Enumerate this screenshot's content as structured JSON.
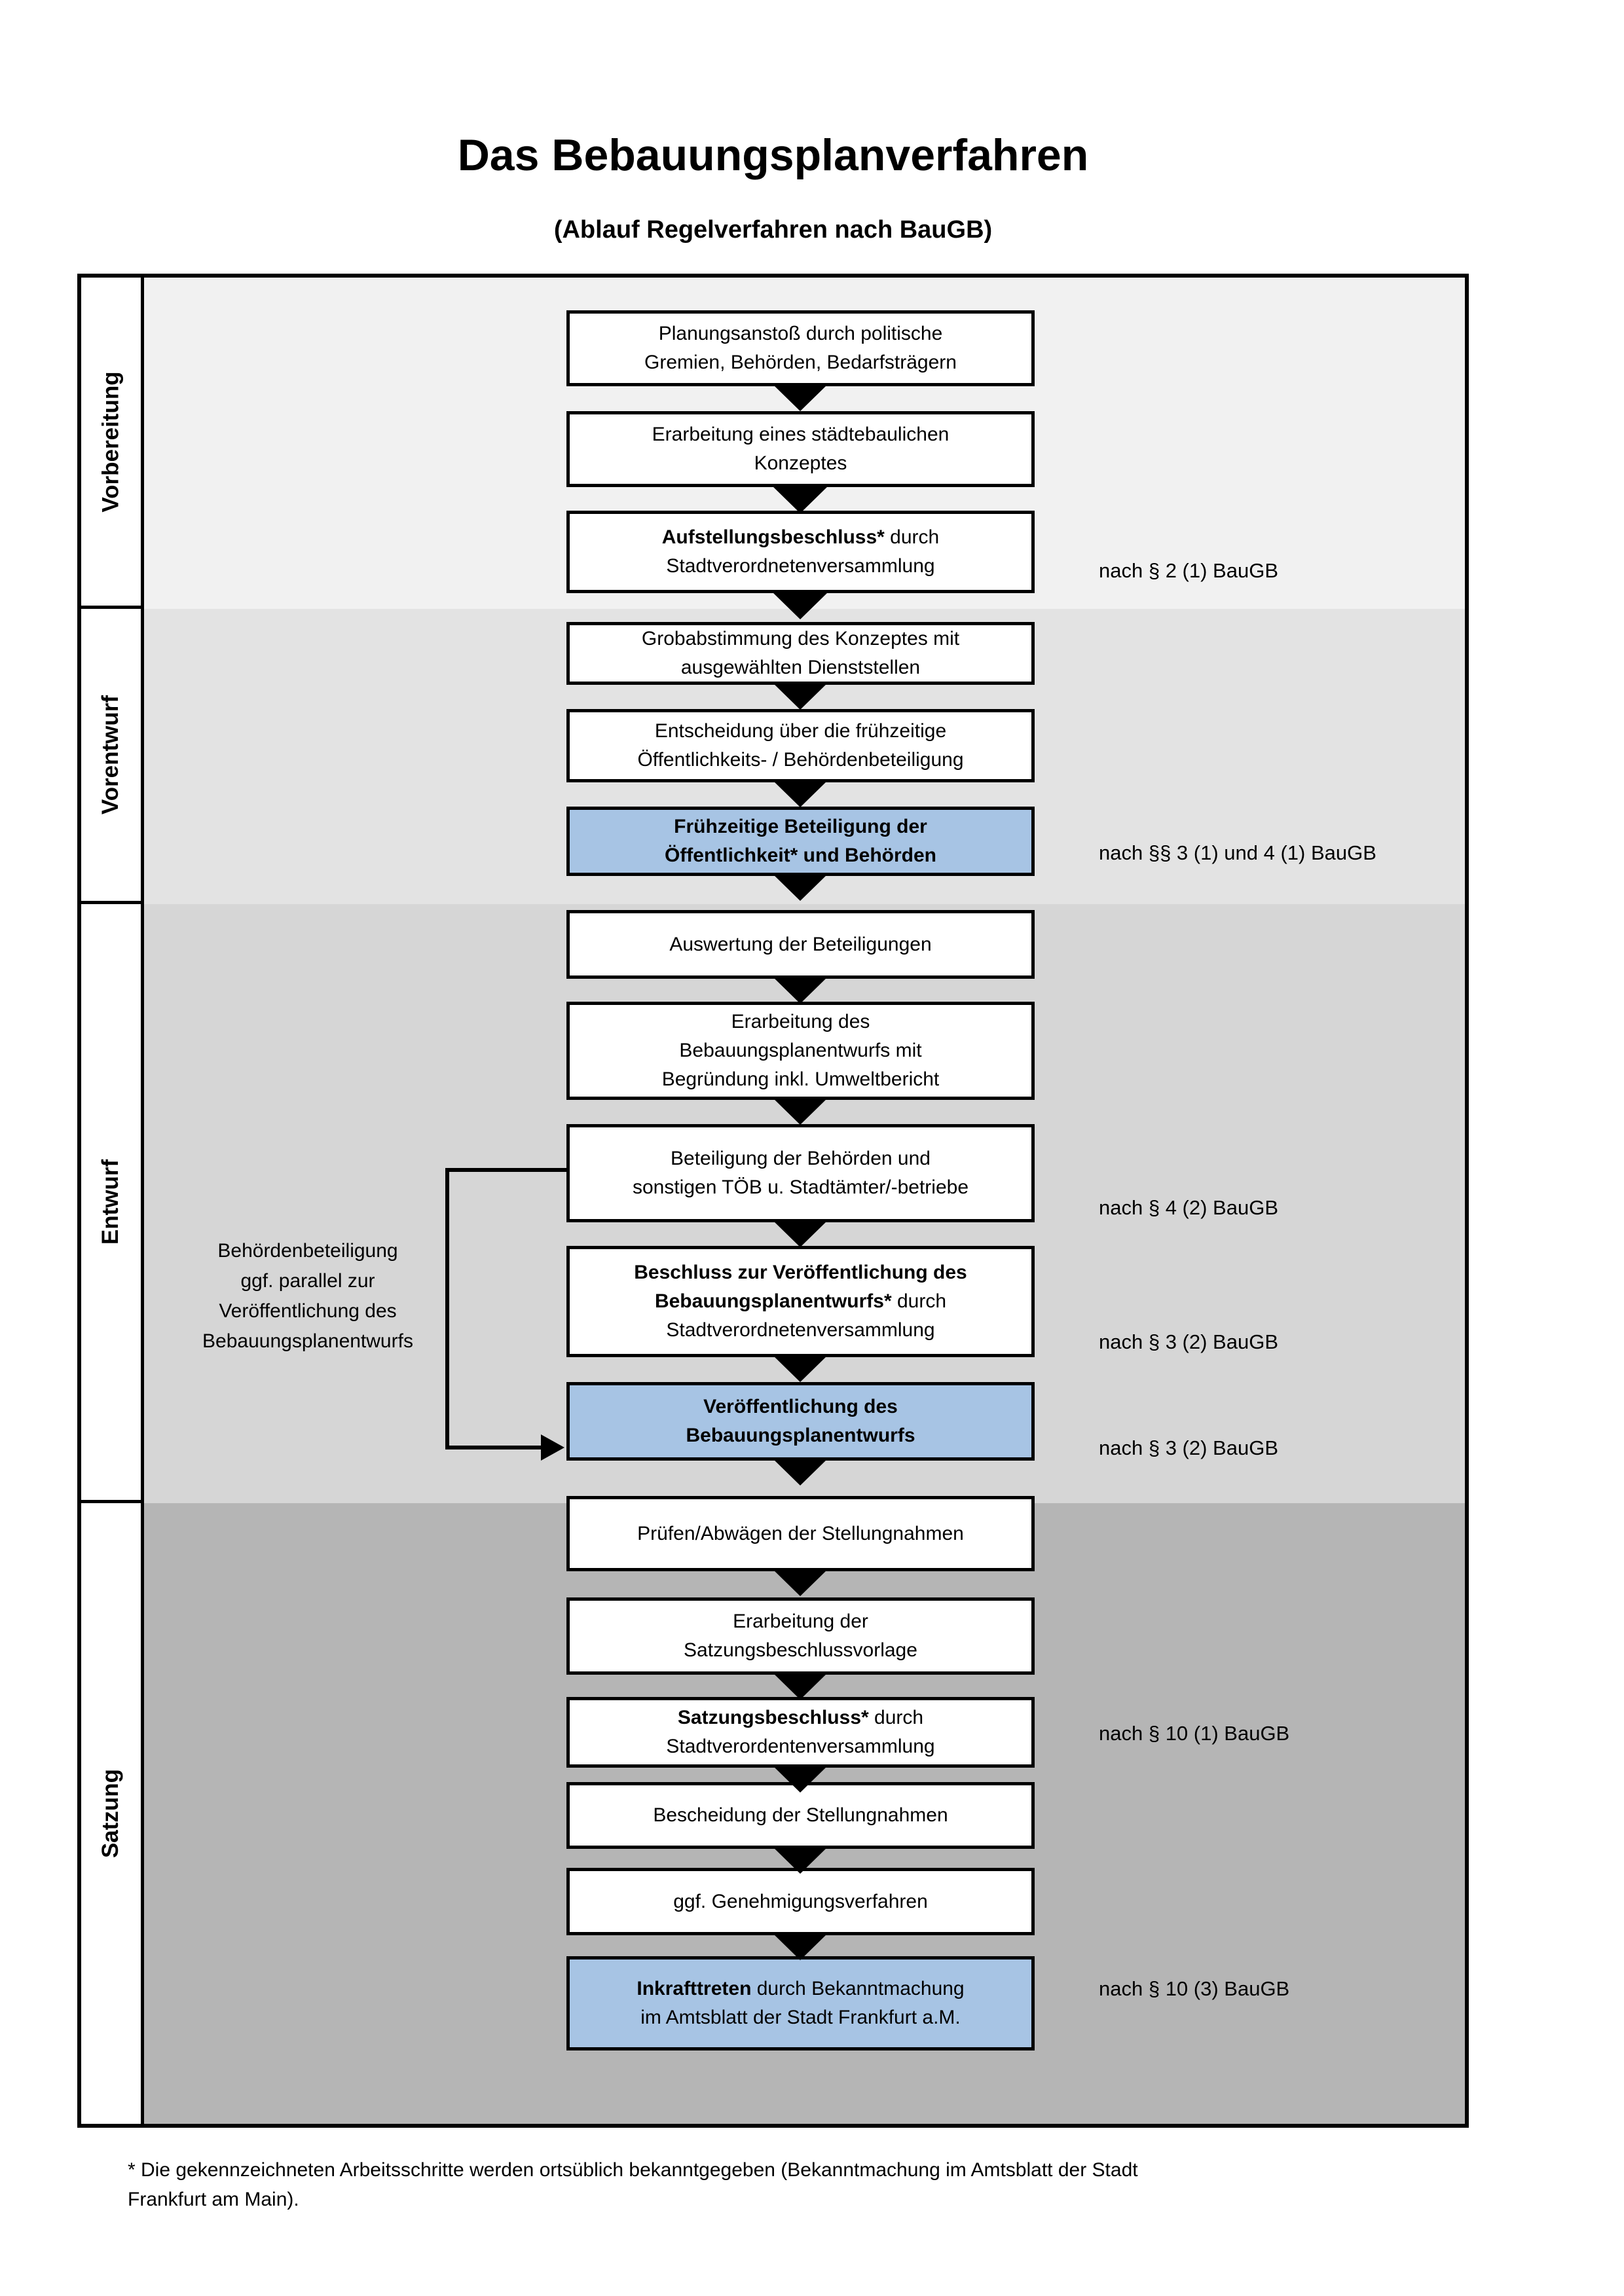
{
  "title": "Das Bebauungsplanverfahren",
  "subtitle": "(Ablauf Regelverfahren nach BauGB)",
  "colors": {
    "highlight_blue": "#a7c4e4",
    "phase_backgrounds": [
      "#f1f1f1",
      "#e3e3e3",
      "#d6d6d6",
      "#b5b5b5"
    ],
    "border": "#000000",
    "page_background": "#ffffff"
  },
  "phases": [
    {
      "label": "Vorbereitung"
    },
    {
      "label": "Vorentwurf"
    },
    {
      "label": "Entwurf"
    },
    {
      "label": "Satzung"
    }
  ],
  "steps": [
    {
      "highlight": false,
      "lines": [
        {
          "b": "",
          "r": "Planungsanstoß durch politische"
        },
        {
          "b": "",
          "r": "Gremien, Behörden, Bedarfsträgern"
        }
      ]
    },
    {
      "highlight": false,
      "lines": [
        {
          "b": "",
          "r": "Erarbeitung eines städtebaulichen"
        },
        {
          "b": "",
          "r": "Konzeptes"
        }
      ]
    },
    {
      "highlight": false,
      "lines": [
        {
          "b": "Aufstellungsbeschluss*",
          "r": " durch"
        },
        {
          "b": "",
          "r": "Stadtverordnetenversammlung"
        }
      ]
    },
    {
      "highlight": false,
      "lines": [
        {
          "b": "",
          "r": "Grobabstimmung des Konzeptes mit"
        },
        {
          "b": "",
          "r": "ausgewählten Dienststellen"
        }
      ]
    },
    {
      "highlight": false,
      "lines": [
        {
          "b": "",
          "r": "Entscheidung über die frühzeitige"
        },
        {
          "b": "",
          "r": "Öffentlichkeits- / Behördenbeteiligung"
        }
      ]
    },
    {
      "highlight": true,
      "lines": [
        {
          "b": "Frühzeitige Beteiligung der",
          "r": ""
        },
        {
          "b": "Öffentlichkeit* und Behörden",
          "r": ""
        }
      ]
    },
    {
      "highlight": false,
      "lines": [
        {
          "b": "",
          "r": "Auswertung der Beteiligungen"
        }
      ]
    },
    {
      "highlight": false,
      "lines": [
        {
          "b": "",
          "r": "Erarbeitung des"
        },
        {
          "b": "",
          "r": "Bebauungsplanentwurfs mit"
        },
        {
          "b": "",
          "r": "Begründung inkl. Umweltbericht"
        }
      ]
    },
    {
      "highlight": false,
      "lines": [
        {
          "b": "",
          "r": "Beteiligung der Behörden und"
        },
        {
          "b": "",
          "r": "sonstigen TÖB u. Stadtämter/-betriebe"
        }
      ]
    },
    {
      "highlight": false,
      "lines": [
        {
          "b": "Beschluss zur Veröffentlichung des",
          "r": ""
        },
        {
          "b": "Bebauungsplanentwurfs*",
          "r": " durch"
        },
        {
          "b": "",
          "r": "Stadtverordnetenversammlung"
        }
      ]
    },
    {
      "highlight": true,
      "lines": [
        {
          "b": "Veröffentlichung des",
          "r": ""
        },
        {
          "b": "Bebauungsplanentwurfs",
          "r": ""
        }
      ]
    },
    {
      "highlight": false,
      "lines": [
        {
          "b": "",
          "r": "Prüfen/Abwägen der Stellungnahmen"
        }
      ]
    },
    {
      "highlight": false,
      "lines": [
        {
          "b": "",
          "r": "Erarbeitung der"
        },
        {
          "b": "",
          "r": "Satzungsbeschlussvorlage"
        }
      ]
    },
    {
      "highlight": false,
      "lines": [
        {
          "b": "Satzungsbeschluss*",
          "r": " durch"
        },
        {
          "b": "",
          "r": "Stadtverordentenversammlung"
        }
      ]
    },
    {
      "highlight": false,
      "lines": [
        {
          "b": "",
          "r": "Bescheidung der Stellungnahmen"
        }
      ]
    },
    {
      "highlight": false,
      "lines": [
        {
          "b": "",
          "r": "ggf. Genehmigungsverfahren"
        }
      ]
    },
    {
      "highlight": true,
      "lines": [
        {
          "b": "Inkrafttreten",
          "r": " durch Bekanntmachung"
        },
        {
          "b": "",
          "r": "im Amtsblatt der Stadt Frankfurt a.M."
        }
      ]
    }
  ],
  "references": [
    {
      "text": "nach § 2 (1) BauGB"
    },
    {
      "text": "nach §§ 3 (1) und 4 (1) BauGB"
    },
    {
      "text": "nach § 4 (2) BauGB"
    },
    {
      "text": "nach § 3 (2) BauGB"
    },
    {
      "text": "nach § 3 (2) BauGB"
    },
    {
      "text": "nach § 10 (1) BauGB"
    },
    {
      "text": "nach § 10 (3) BauGB"
    }
  ],
  "annotation": {
    "lines": [
      "Behördenbeteiligung",
      "ggf. parallel zur",
      "Veröffentlichung des",
      "Bebauungsplanentwurfs"
    ]
  },
  "footnote": {
    "lines": [
      "* Die gekennzeichneten Arbeitsschritte werden ortsüblich bekanntgegeben (Bekanntmachung im Amtsblatt  der Stadt",
      "Frankfurt am Main)."
    ]
  }
}
